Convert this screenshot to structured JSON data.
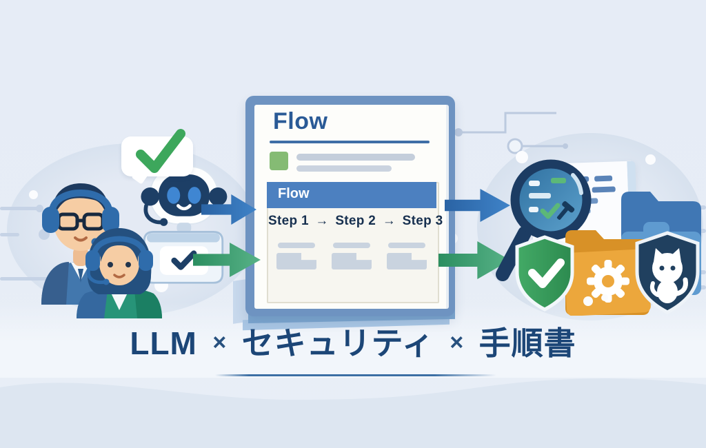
{
  "flow_document": {
    "title": "Flow",
    "section_banner": "Flow",
    "steps": [
      "Step 1",
      "Step 2",
      "Step 3"
    ],
    "step_separator": "→"
  },
  "caption": {
    "terms": [
      "LLM",
      "セキュリティ",
      "手順書"
    ],
    "separator": "×",
    "full_text": "LLM × セキュリティ × 手順書"
  },
  "icons": {
    "speech-bubble-check-icon": "✓",
    "robot-chest-check-icon": "✓",
    "lens-check-icon": "✓",
    "green-shield-check-icon": "✓",
    "gear-icon": "⚙",
    "github-cat-icon": "🐱",
    "magnifier-icon": "🔍",
    "blue-folder-icon": "📁",
    "orange-folder-icon": "📁",
    "flow-arrow-icon": "→"
  },
  "colors": {
    "background": "#e7edf6",
    "document_frame_blue": "#6e93c1",
    "banner_blue": "#4c80c0",
    "document_title_navy": "#2a5a96",
    "steps_navy": "#17304f",
    "caption_navy": "#1c4677",
    "arrow_blue": "#2e6cb0",
    "arrow_green": "#2f9a6a",
    "check_green": "#3da75c",
    "folder_orange": "#eca73c",
    "folder_blue": "#5f9bd0",
    "shield_green": "#35a05f",
    "shield_navy": "#20405f",
    "robot_navy": "#1d3f66"
  }
}
